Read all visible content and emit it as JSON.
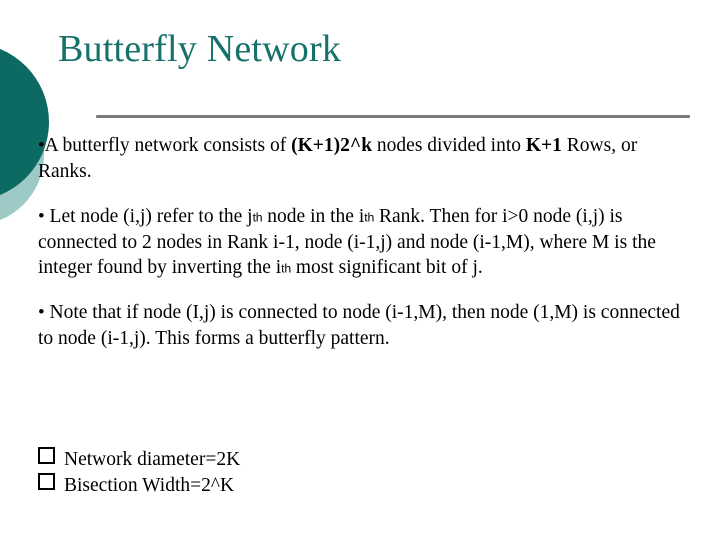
{
  "slide": {
    "title": "Butterfly Network",
    "theme": {
      "title_color": "#17716B",
      "circle_dark_color": "#0D6A62",
      "circle_light_color": "#9DC9C6",
      "rule_color": "#7A7A7A",
      "body_color": "#000000",
      "background_color": "#FFFFFF"
    },
    "body": {
      "paragraphs": [
        {
          "bullet": "•",
          "runs": [
            {
              "text": "A butterfly network consists of ",
              "style": "normal"
            },
            {
              "text": "(K+1)2^k",
              "style": "bold"
            },
            {
              "text": " nodes divided into ",
              "style": "normal"
            },
            {
              "text": "K+1",
              "style": "bold"
            },
            {
              "text": " Rows, or Ranks.",
              "style": "normal"
            }
          ],
          "plain": "•A butterfly network consists of (K+1)2^k nodes divided into K+1 Rows, or Ranks."
        },
        {
          "bullet": "•",
          "runs": [
            {
              "text": " Let node (i,j) refer to the j",
              "style": "normal"
            },
            {
              "text": "th",
              "style": "sup"
            },
            {
              "text": " node in the i",
              "style": "normal"
            },
            {
              "text": "th",
              "style": "sup"
            },
            {
              "text": " Rank. Then for i>0 node (i,j) is connected to 2 nodes in Rank i-1, node (i-1,j) and node (i-1,M), where M is the integer found by inverting the i",
              "style": "normal"
            },
            {
              "text": "th",
              "style": "sup"
            },
            {
              "text": " most significant bit of j.",
              "style": "normal"
            }
          ],
          "plain": "• Let node (i,j) refer to the jth node in the ith Rank. Then for i>0 node (i,j) is connected to 2 nodes in Rank i-1, node (i-1,j) and node (i-1,M), where M is the integer found by inverting the ith most significant bit of j."
        },
        {
          "bullet": "•",
          "runs": [
            {
              "text": " Note that if node (I,j) is connected to node (i-1,M), then node (1,M) is connected to node (i-1,j). This forms a butterfly pattern.",
              "style": "normal"
            }
          ],
          "plain": "• Note that if node (I,j) is connected to node (i-1,M), then node (1,M) is connected to node (i-1,j). This forms a butterfly pattern."
        }
      ]
    },
    "checklist": {
      "bullet_glyph": "❑",
      "items": [
        {
          "label": "Network diameter=2K"
        },
        {
          "label": "Bisection Width=2^K"
        }
      ]
    }
  }
}
